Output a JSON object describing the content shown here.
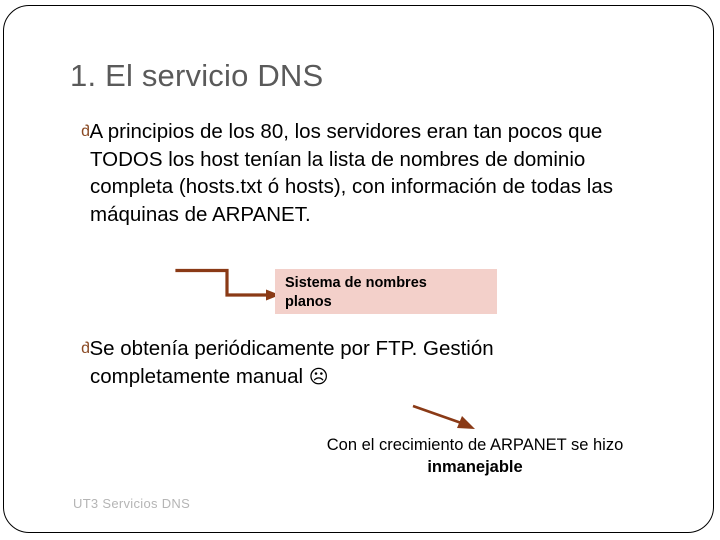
{
  "slide": {
    "title": "1. El servicio DNS",
    "bullets": [
      {
        "glyph": "ɓ",
        "glyph_name": "wingdings-ornament-bullet",
        "text": "A principios de los 80, los servidores eran tan pocos que TODOS los host tenían la lista de nombres de dominio completa (hosts.txt ó hosts), con información de todas las máquinas de ARPANET."
      },
      {
        "glyph": "ɓ",
        "glyph_name": "wingdings-ornament-bullet",
        "text": "Se obtenía periódicamente por FTP. Gestión completamente manual ",
        "emoji": "☹"
      }
    ],
    "callout": {
      "line1": "Sistema de nombres",
      "line2": "planos",
      "background": "#f3d0ca"
    },
    "bottom_note": {
      "line1": "Con el crecimiento de ARPANET se hizo",
      "line2": "inmanejable"
    },
    "footer": "UT3 Servicios DNS",
    "colors": {
      "title": "#5a5a5a",
      "arrow": "#8a3a16",
      "bullet": "#8a4a24",
      "callout_bg": "#f3d0ca",
      "footer": "#b5b5b5",
      "border": "#000000"
    }
  }
}
